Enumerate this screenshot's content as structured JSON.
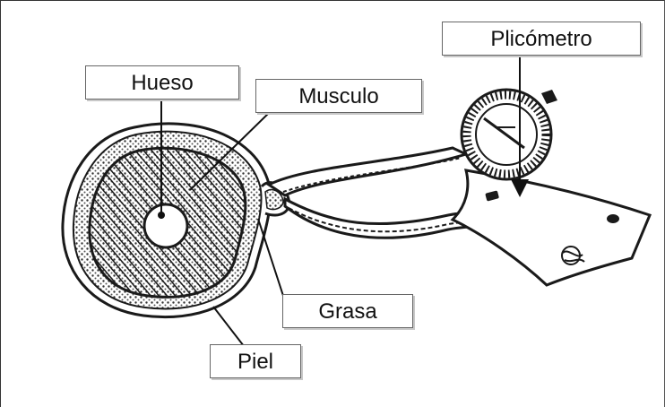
{
  "labels": {
    "hueso": "Hueso",
    "musculo": "Musculo",
    "grasa": "Grasa",
    "piel": "Piel",
    "plicometro": "Plicómetro"
  },
  "colors": {
    "ink": "#1a1a1a",
    "background": "#ffffff"
  }
}
